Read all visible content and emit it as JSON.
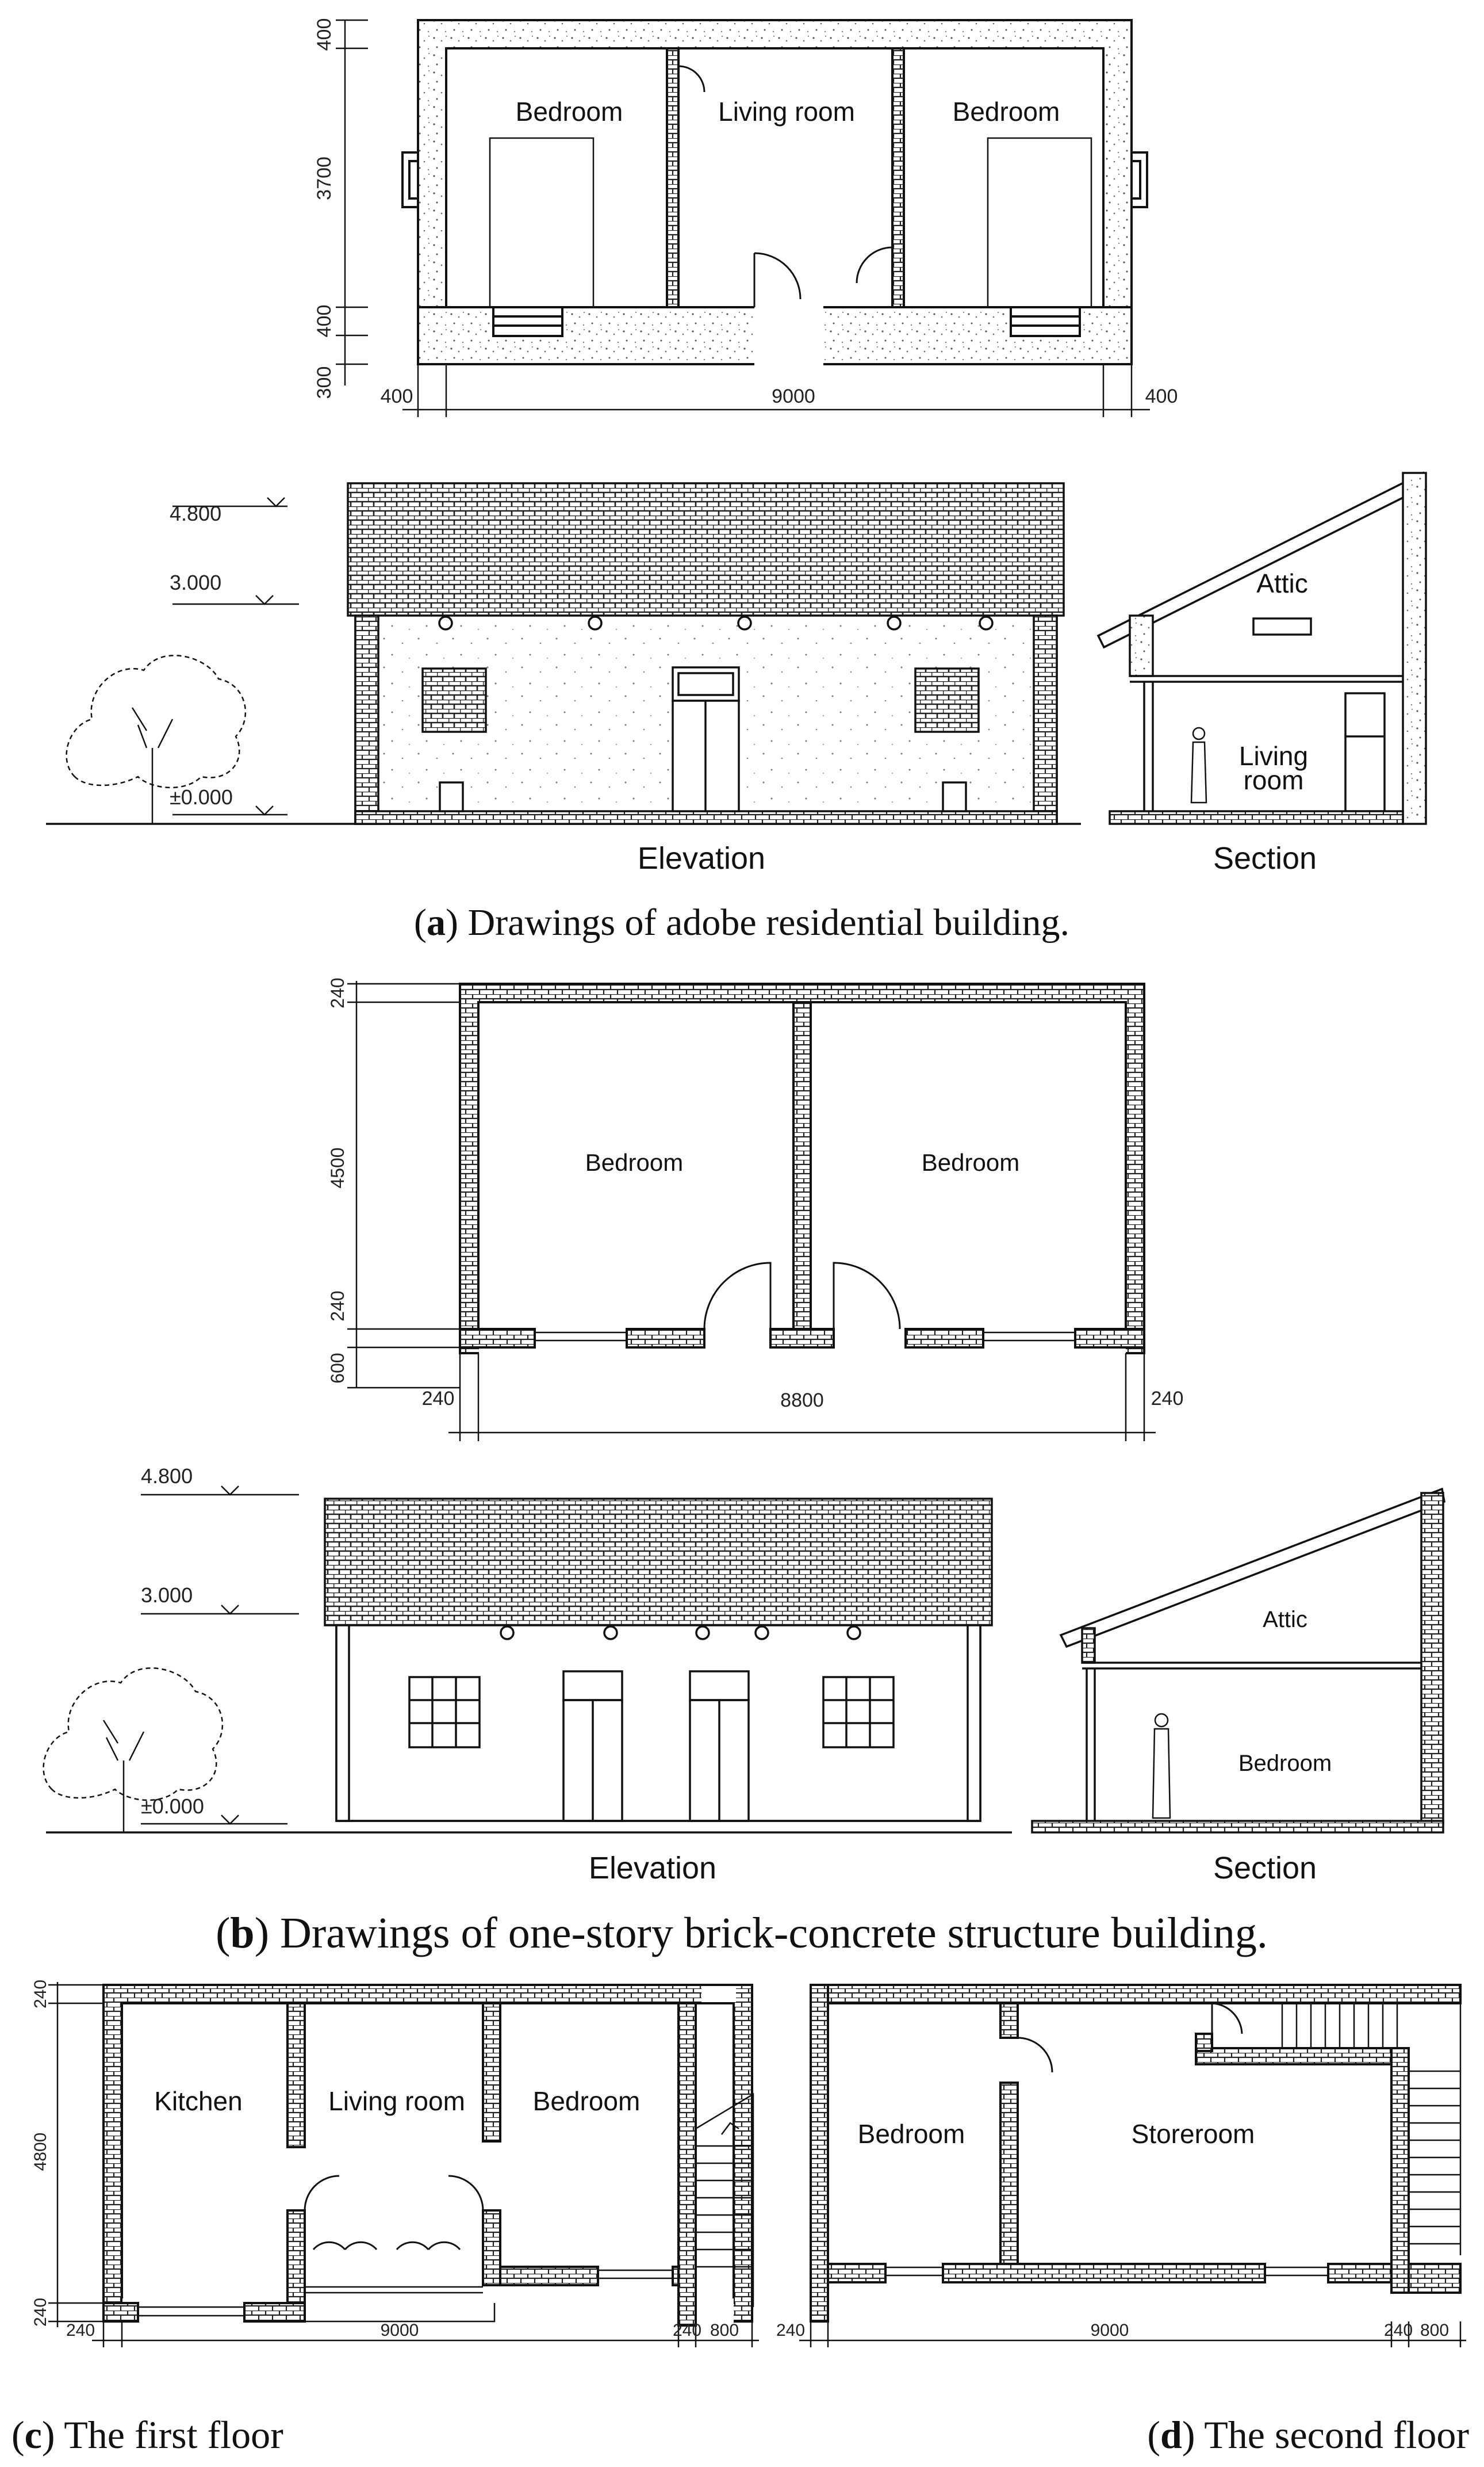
{
  "panel_a": {
    "plan": {
      "rooms": [
        "Bedroom",
        "Living room",
        "Bedroom"
      ],
      "dims_vertical": [
        "400",
        "3700",
        "400",
        "300"
      ],
      "dims_horizontal": [
        "400",
        "9000",
        "400"
      ]
    },
    "elevation": {
      "levels": [
        "4.800",
        "3.000",
        "±0.000"
      ],
      "title": "Elevation"
    },
    "section": {
      "rooms": [
        "Attic",
        "Living",
        "room"
      ],
      "title": "Section"
    },
    "caption": {
      "letter": "a",
      "text": " Drawings of adobe residential building."
    }
  },
  "panel_b": {
    "plan": {
      "rooms": [
        "Bedroom",
        "Bedroom"
      ],
      "dims_vertical": [
        "240",
        "4500",
        "240",
        "600"
      ],
      "dims_horizontal": [
        "240",
        "8800",
        "240"
      ]
    },
    "elevation": {
      "levels": [
        "4.800",
        "3.000",
        "±0.000"
      ],
      "title": "Elevation"
    },
    "section": {
      "rooms": [
        "Attic",
        "Bedroom"
      ],
      "title": "Section"
    },
    "caption": {
      "letter": "b",
      "text": " Drawings of one-story brick-concrete structure building."
    }
  },
  "panel_c": {
    "rooms": [
      "Kitchen",
      "Living room",
      "Bedroom"
    ],
    "dims_vertical": [
      "240",
      "4800",
      "240"
    ],
    "dims_horizontal": [
      "240",
      "9000",
      "240",
      "800"
    ],
    "caption": {
      "letter": "c",
      "text": " The first floor"
    }
  },
  "panel_d": {
    "rooms": [
      "Bedroom",
      "Storeroom"
    ],
    "dims_horizontal": [
      "240",
      "9000",
      "240",
      "800"
    ],
    "caption": {
      "letter": "d",
      "text": " The second floor"
    }
  }
}
